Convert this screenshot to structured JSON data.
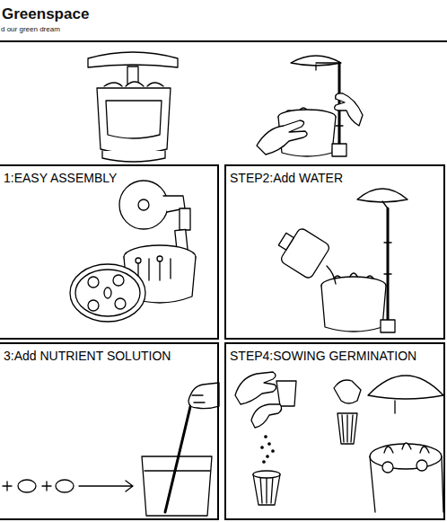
{
  "diagram": {
    "title": "Greenspace",
    "nodes": [
      {
        "text": [
          "1:EASY ASSEMBLY"
        ]
      },
      {
        "text": [
          "STEP2:Add WATER"
        ]
      },
      {
        "text": [
          "3:Add NUTRIENT SOLUTION"
        ]
      },
      {
        "text": [
          "STEP4:SOWING GERMINATION"
        ]
      }
    ],
    "labels": [
      "d our green dream"
    ]
  }
}
